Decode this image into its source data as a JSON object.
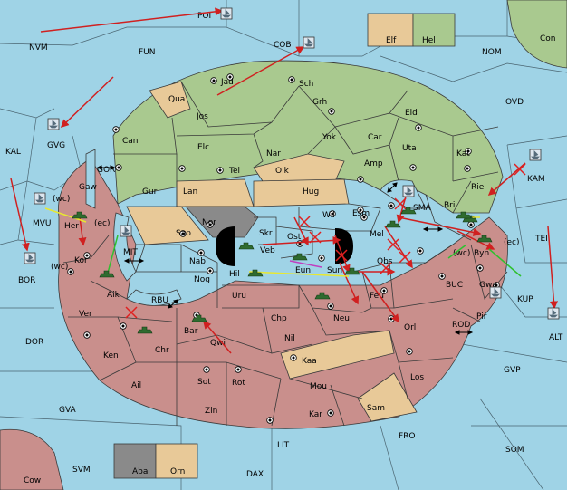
{
  "colors": {
    "sea": "#9fd3e6",
    "green": "#a9c98f",
    "red": "#c98f8c",
    "tan": "#e8c998",
    "gray": "#8a8a8a",
    "arrow_red": "#d02020",
    "support_yellow": "#e8e830",
    "support_green": "#30c030",
    "support_magenta": "#c040c0",
    "hold_x": "#e02020"
  },
  "sea_labels": [
    "POI",
    "NVM",
    "FUN",
    "COB",
    "NOM",
    "OVD",
    "Con",
    "KAL",
    "GVG",
    "GOR",
    "MVU",
    "(wc)",
    "(ec)",
    "MIT",
    "BOR",
    "(wc)",
    "RBU",
    "KAM",
    "SMA",
    "(wc)",
    "(ec)",
    "BUC",
    "KUP",
    "TEI",
    "ALT",
    "DOR",
    "ROD",
    "GVP",
    "GVA",
    "FRO",
    "SOM",
    "LIT",
    "SVM",
    "DAX",
    "Cow"
  ],
  "land_labels": [
    "Jad",
    "Sch",
    "Qua",
    "Jos",
    "Grh",
    "Eld",
    "Can",
    "Yok",
    "Car",
    "Elc",
    "Nar",
    "Uta",
    "Kat",
    "Gaw",
    "Tel",
    "Olk",
    "Amp",
    "Gur",
    "Lan",
    "Hug",
    "Rie",
    "Esm",
    "Wil",
    "Bri",
    "Nor",
    "Skr",
    "Sap",
    "Ost",
    "Mel",
    "Veb",
    "Byn",
    "Her",
    "Kor",
    "Nab",
    "Eun",
    "Sun",
    "Obs",
    "Hil",
    "Nog",
    "Uru",
    "Gwa",
    "Aik",
    "Feu",
    "Pir",
    "Chp",
    "Neu",
    "Orl",
    "Bar",
    "Qwi",
    "Nil",
    "Ver",
    "Kaa",
    "Ken",
    "Chr",
    "Los",
    "Sot",
    "Rot",
    "Ail",
    "Mou",
    "Sam",
    "Zin",
    "Kar",
    "Aba",
    "Orn",
    "Elf",
    "Hel"
  ]
}
